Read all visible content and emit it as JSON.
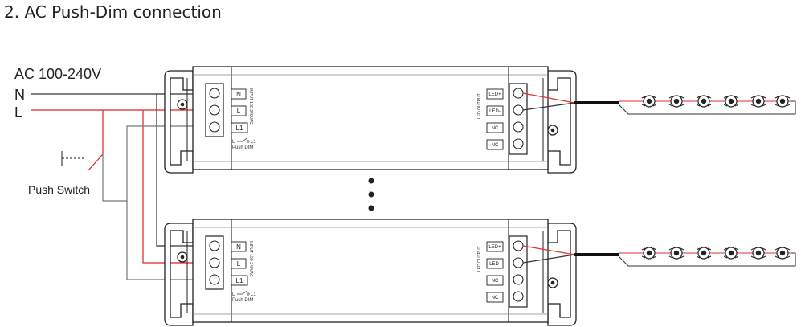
{
  "heading": "2. AC Push-Dim connection",
  "supply_label": "AC 100-240V",
  "line_n": "N",
  "line_l": "L",
  "push_switch_label": "Push Switch",
  "colors": {
    "live_wire": "#e02020",
    "wire": "#333333",
    "led_wire": "#e03030"
  },
  "drivers": [
    {
      "terminals_in": [
        "N",
        "L",
        "L1"
      ],
      "input_caption": "INPUT 100-240VAC",
      "dim_symbol": "L",
      "dim_terminal": "L1",
      "dim_caption": "Push DIM",
      "output_caption": "LED OUTPUT",
      "terminals_out": [
        "LED+",
        "LED-",
        "NC",
        "NC"
      ]
    },
    {
      "terminals_in": [
        "N",
        "L",
        "L1"
      ],
      "input_caption": "INPUT 100-240VAC",
      "dim_symbol": "L",
      "dim_terminal": "L1",
      "dim_caption": "Push DIM",
      "output_caption": "LED OUTPUT",
      "terminals_out": [
        "LED+",
        "LED-",
        "NC",
        "NC"
      ]
    }
  ],
  "led_count_per_strip": 6
}
